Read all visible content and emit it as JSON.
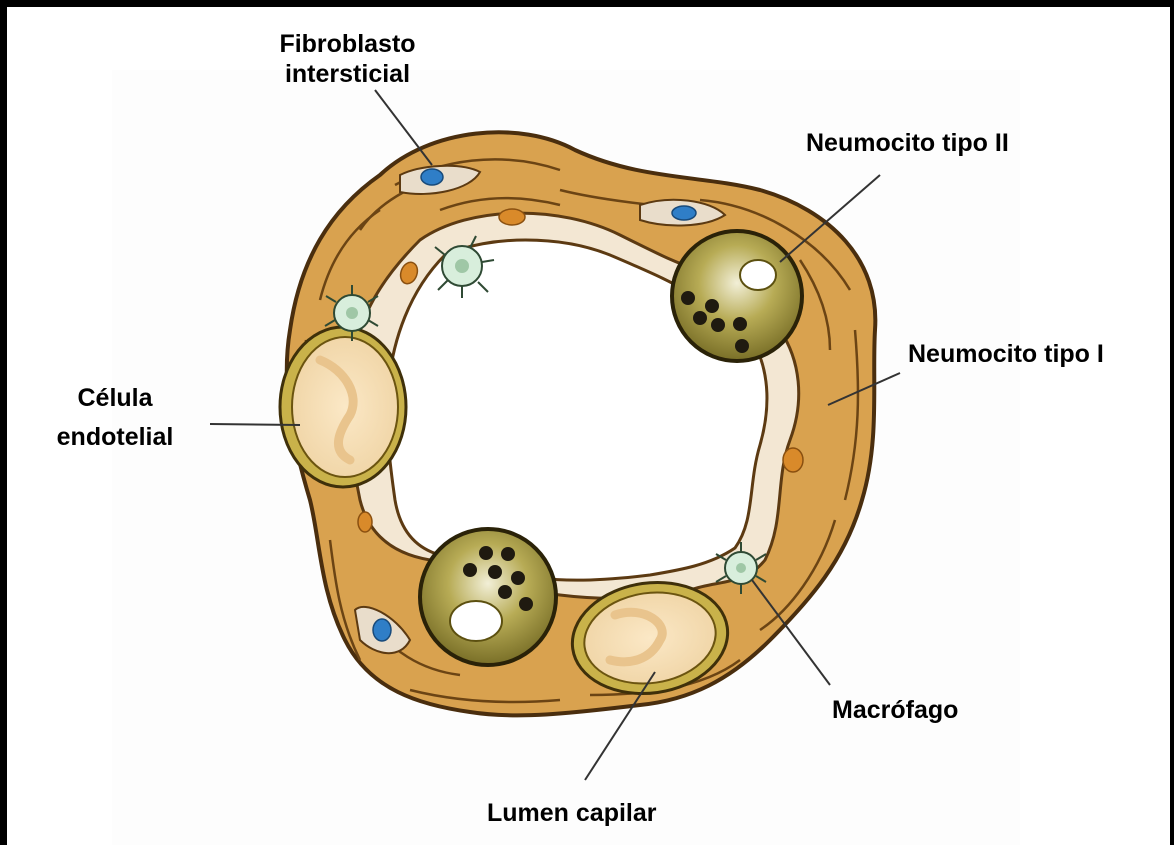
{
  "labels": {
    "fibroblast_line1": "Fibroblasto",
    "fibroblast_line2": "intersticial",
    "type2": "Neumocito tipo II",
    "type1": "Neumocito tipo I",
    "endothelial_line1": "Célula",
    "endothelial_line2": "endotelial",
    "macrophage": "Macrófago",
    "lumen": "Lumen capilar"
  },
  "colors": {
    "wall": "#d9a24f",
    "wall_outline": "#5c3a12",
    "epithelium": "#f1e6d2",
    "nucleus_orange": "#d98a2a",
    "nucleus_blue": "#2f7ec7",
    "type2_cell": "#8a7d2a",
    "capillary_fill": "#f1d7a8",
    "macrophage": "#d8eedc"
  }
}
